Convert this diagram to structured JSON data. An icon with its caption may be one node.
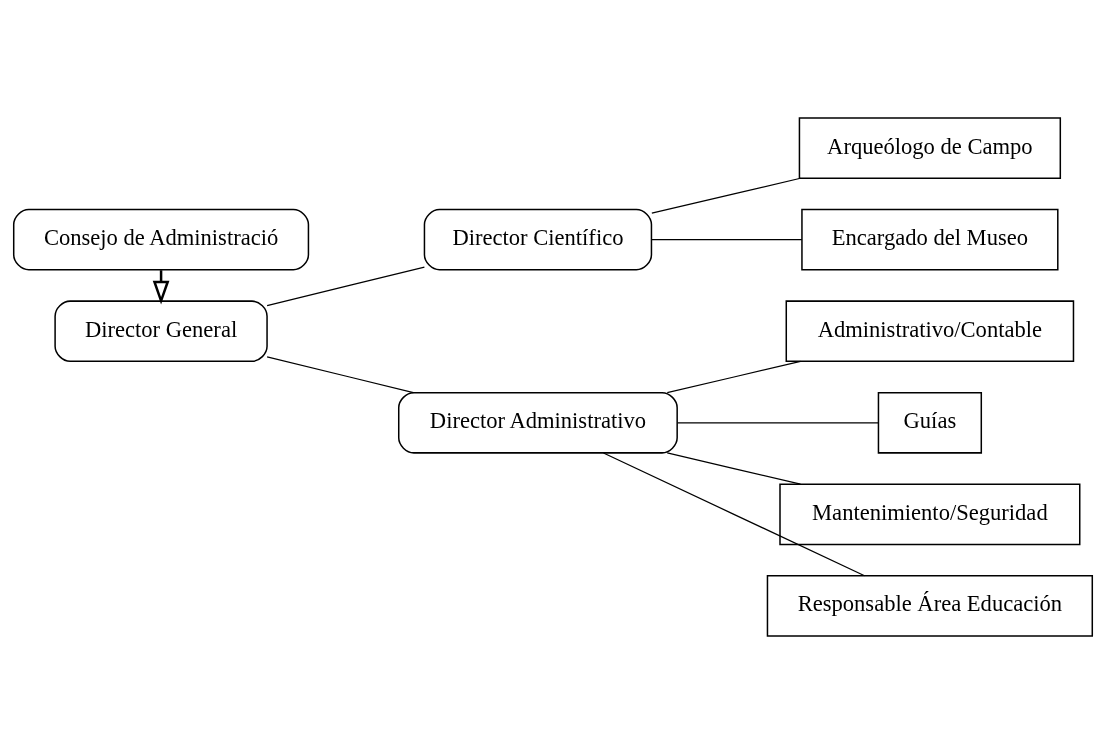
{
  "diagram": {
    "nodes": [
      {
        "text": [
          "Consejo de Administració"
        ]
      },
      {
        "text": [
          "Director General"
        ]
      },
      {
        "text": [
          "Director Científico"
        ]
      },
      {
        "text": [
          "Arqueólogo de Campo"
        ]
      },
      {
        "text": [
          "Encargado del Museo"
        ]
      },
      {
        "text": [
          "Director Administrativo"
        ]
      },
      {
        "text": [
          "Administrativo/Contable"
        ]
      },
      {
        "text": [
          "Guías"
        ]
      },
      {
        "text": [
          "Mantenimiento/Seguridad"
        ]
      },
      {
        "text": [
          "Responsable Área Educación"
        ]
      }
    ],
    "edges": [
      {
        "from": 0,
        "to": 1,
        "arrow": "to"
      },
      {
        "from": 1,
        "to": 2,
        "arrow": "none"
      },
      {
        "from": 1,
        "to": 5,
        "arrow": "none"
      },
      {
        "from": 2,
        "to": 3,
        "arrow": "none"
      },
      {
        "from": 2,
        "to": 4,
        "arrow": "none"
      },
      {
        "from": 5,
        "to": 6,
        "arrow": "none"
      },
      {
        "from": 5,
        "to": 7,
        "arrow": "none"
      },
      {
        "from": 5,
        "to": 8,
        "arrow": "none"
      },
      {
        "from": 5,
        "to": 9,
        "arrow": "none"
      }
    ]
  }
}
